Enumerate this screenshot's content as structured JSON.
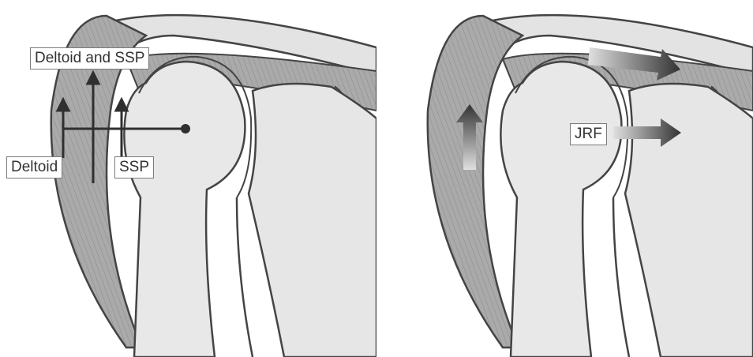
{
  "labels": {
    "deltoid_and_ssp": "Deltoid and SSP",
    "deltoid": "Deltoid",
    "ssp": "SSP",
    "jrf": "JRF"
  },
  "colors": {
    "bone_fill": "#e6e6e6",
    "muscle_fill": "#a9a9a9",
    "outline": "#444444",
    "arrow": "#333333",
    "cartilage": "#ffffff"
  }
}
